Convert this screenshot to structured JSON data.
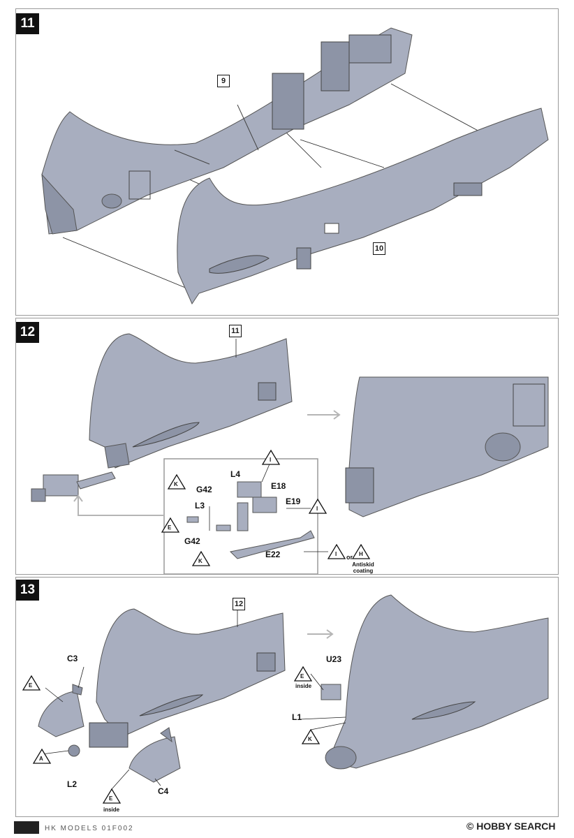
{
  "steps": [
    {
      "number": "11",
      "sub_refs": [
        "9",
        "10"
      ]
    },
    {
      "number": "12",
      "sub_ref": "11",
      "parts": [
        "G42",
        "L3",
        "G42",
        "L4",
        "E18",
        "E19",
        "E22"
      ],
      "color_refs": [
        "K",
        "E",
        "K",
        "I",
        "I",
        "I",
        "H"
      ],
      "or_text": "or",
      "antiskid_text": "Antiskid coating"
    },
    {
      "number": "13",
      "sub_ref": "12",
      "parts": [
        "C3",
        "L2",
        "C4",
        "U23",
        "L1"
      ],
      "color_refs": [
        "E",
        "A",
        "E",
        "E",
        "K"
      ],
      "inside_text": "inside"
    }
  ],
  "footer": {
    "left_text": "HK MODELS 01F002",
    "right_text": "HOBBY SEARCH",
    "right_prefix": "©"
  },
  "colors": {
    "fuselage": "#a8aebf",
    "fuselage_dark": "#7f8698",
    "arrow_gray": "#b5b5b5"
  }
}
